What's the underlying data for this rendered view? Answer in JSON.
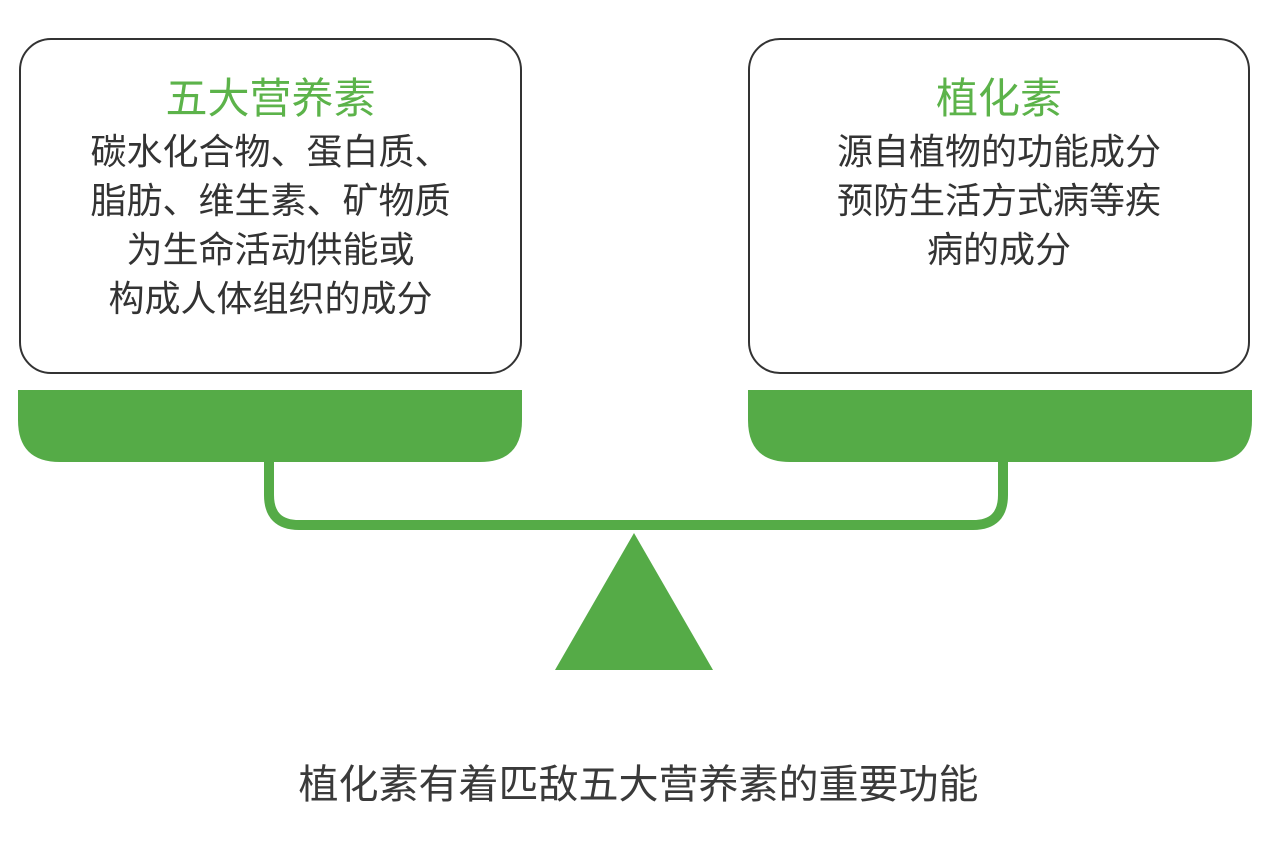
{
  "colors": {
    "accent": "#55ab47",
    "title": "#5cb34a",
    "text": "#333333"
  },
  "left_box": {
    "title": "五大营养素",
    "lines": [
      "碳水化合物、蛋白质、",
      "脂肪、维生素、矿物质",
      "为生命活动供能或",
      "构成人体组织的成分"
    ]
  },
  "right_box": {
    "title": "植化素",
    "lines": [
      "源自植物的功能成分",
      "预防生活方式病等疾",
      "病的成分"
    ]
  },
  "caption": "植化素有着匹敌五大营养素的重要功能"
}
